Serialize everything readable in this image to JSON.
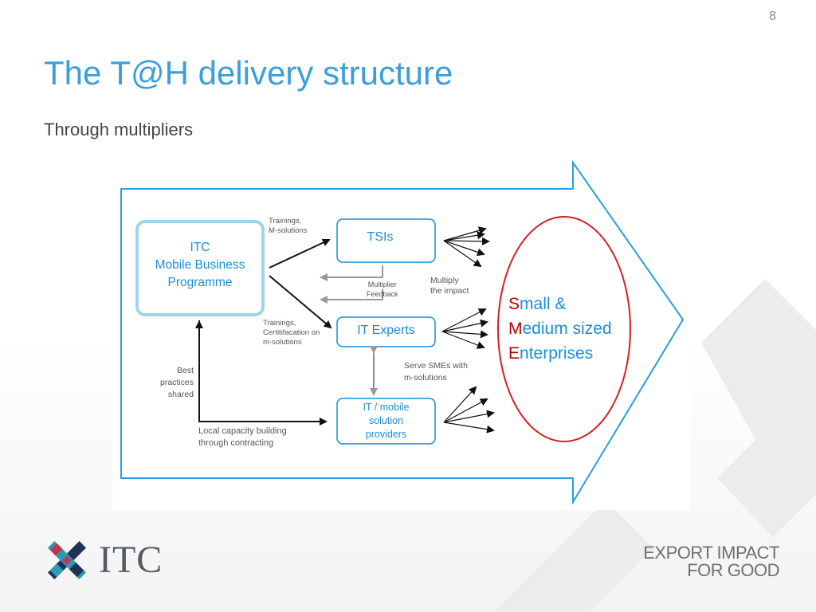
{
  "slide": {
    "number": "8",
    "title": "The T@H delivery structure",
    "subtitle": "Through multipliers"
  },
  "diagram": {
    "itc_box": [
      "ITC",
      "Mobile Business",
      "Programme"
    ],
    "tsis_box": "TSIs",
    "experts_box": "IT Experts",
    "providers_box": [
      "IT / mobile",
      "solution",
      "providers"
    ],
    "sme_target": {
      "lines": [
        {
          "initial": "S",
          "rest": "mall &"
        },
        {
          "initial": "M",
          "rest": "edium sized"
        },
        {
          "initial": "E",
          "rest": "nterprises"
        }
      ]
    },
    "labels": {
      "trainings_msolutions": [
        "Trainings,",
        "M-solutions"
      ],
      "multiplier_feedback": [
        "Multiplier",
        "Feedback"
      ],
      "multiply_impact": [
        "Multiply",
        "the impact"
      ],
      "trainings_cert": [
        "Trainings,",
        "Certitifacation on",
        "m-solutions"
      ],
      "best_practices": [
        "Best",
        "practices",
        "shared"
      ],
      "serve_smes": [
        "Serve SMEs with",
        "m-solutions"
      ],
      "local_capacity": [
        "Local capacity building",
        "through contracting"
      ]
    }
  },
  "footer": {
    "logo_text": "ITC",
    "tagline": [
      "EXPORT IMPACT",
      "FOR GOOD"
    ]
  },
  "colors": {
    "accent_blue": "#1a8ed6",
    "title_blue": "#3a9fdb",
    "sme_red": "#cc1f1f",
    "navy": "#1c3557",
    "teal": "#2a9bb5",
    "crimson": "#c5314f"
  }
}
